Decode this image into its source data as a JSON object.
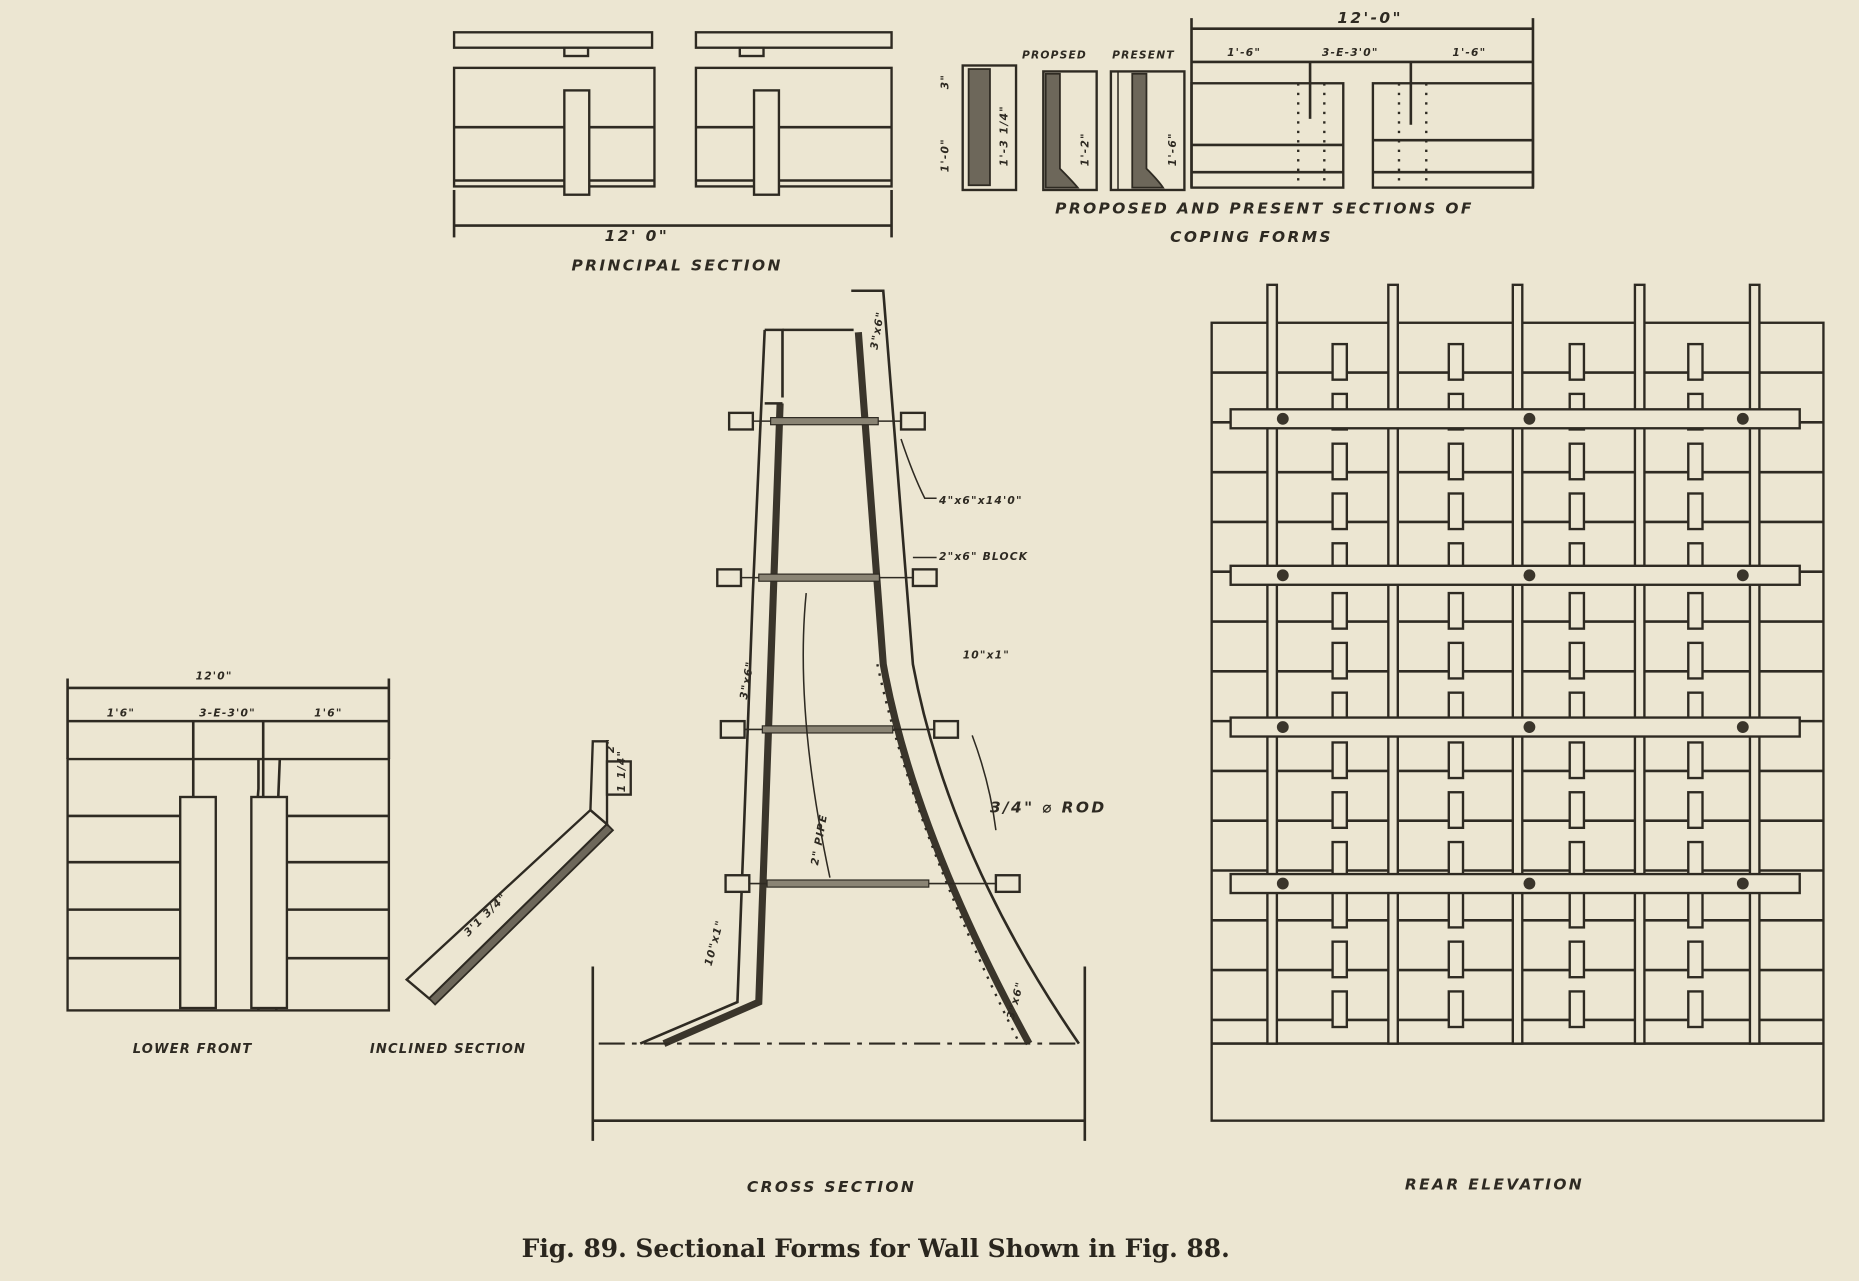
{
  "caption": "Fig. 89.  Sectional Forms for Wall Shown in Fig. 88.",
  "principal_section": {
    "title": "PRINCIPAL SECTION",
    "width_dim": "12' 0\""
  },
  "coping": {
    "title_line1": "PROPOSED AND PRESENT SECTIONS OF",
    "title_line2": "COPING FORMS",
    "proposed": "PROPSED",
    "present": "PRESENT",
    "overall_dim": "12'-0\"",
    "left_dim": "1'-6\"",
    "mid_dim": "3-E-3'0\"",
    "right_dim": "1'-6\"",
    "height_dim": "1'-0\"",
    "top_dim": "3\"",
    "depth_dims": [
      "1'-3 1/4\"",
      "1'-2\"",
      "1'-6\""
    ]
  },
  "cross_section": {
    "title": "CROSS SECTION",
    "labels": [
      "3\"x6\"",
      "4\"x6\"x14'0\"",
      "2\"x6\" BLOCK",
      "10\"x1\"",
      "3\"x6\"",
      "2\" PIPE",
      "3/4\" ⌀ ROD",
      "10\"x1\"",
      "3\"x6\""
    ]
  },
  "rear_elevation": {
    "title": "REAR ELEVATION"
  },
  "lower_front": {
    "title": "LOWER FRONT",
    "overall_dim": "12'0\"",
    "left_dim": "1'6\"",
    "mid_dim": "3-E-3'0\"",
    "right_dim": "1'6\""
  },
  "inclined_section": {
    "title": "INCLINED SECTION",
    "length_dim": "3'1 3/4\"",
    "cap_dim": "1 1/4\"",
    "top_dim": "2\""
  }
}
